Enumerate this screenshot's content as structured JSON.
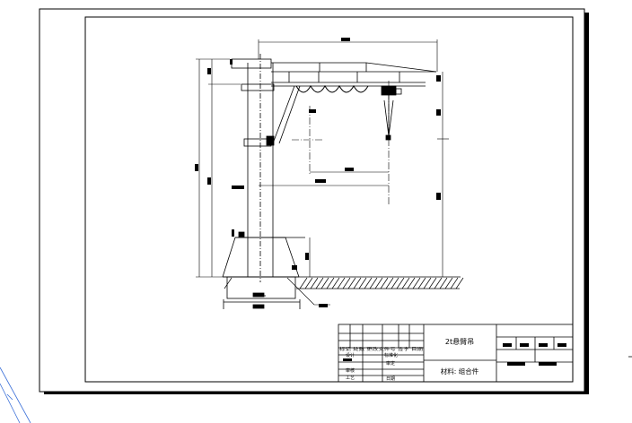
{
  "title_block": {
    "drawing_name": "2t悬臂吊",
    "material_label": "材料: 组合件",
    "revision_header": "标记 处数 更改文件号 签字 日期",
    "approval": {
      "designer": "设计",
      "standardization": "标准化",
      "checker": "审核",
      "reviewer": "审定",
      "process": "工艺",
      "date": "日期"
    }
  },
  "drawing": {
    "subject": "jib crane",
    "lines": "black",
    "background": "white"
  }
}
